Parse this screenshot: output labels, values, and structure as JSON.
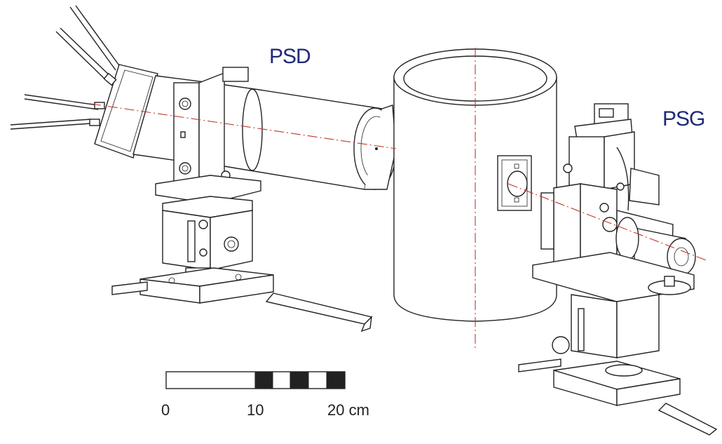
{
  "labels": {
    "psd": "PSD",
    "psg": "PSG"
  },
  "scale_bar": {
    "tick_0": "0",
    "tick_10": "10",
    "tick_20": "20 cm"
  },
  "colors": {
    "label_text": "#1f2a78",
    "beam_axis": "#c0392b",
    "line": "#222222"
  }
}
